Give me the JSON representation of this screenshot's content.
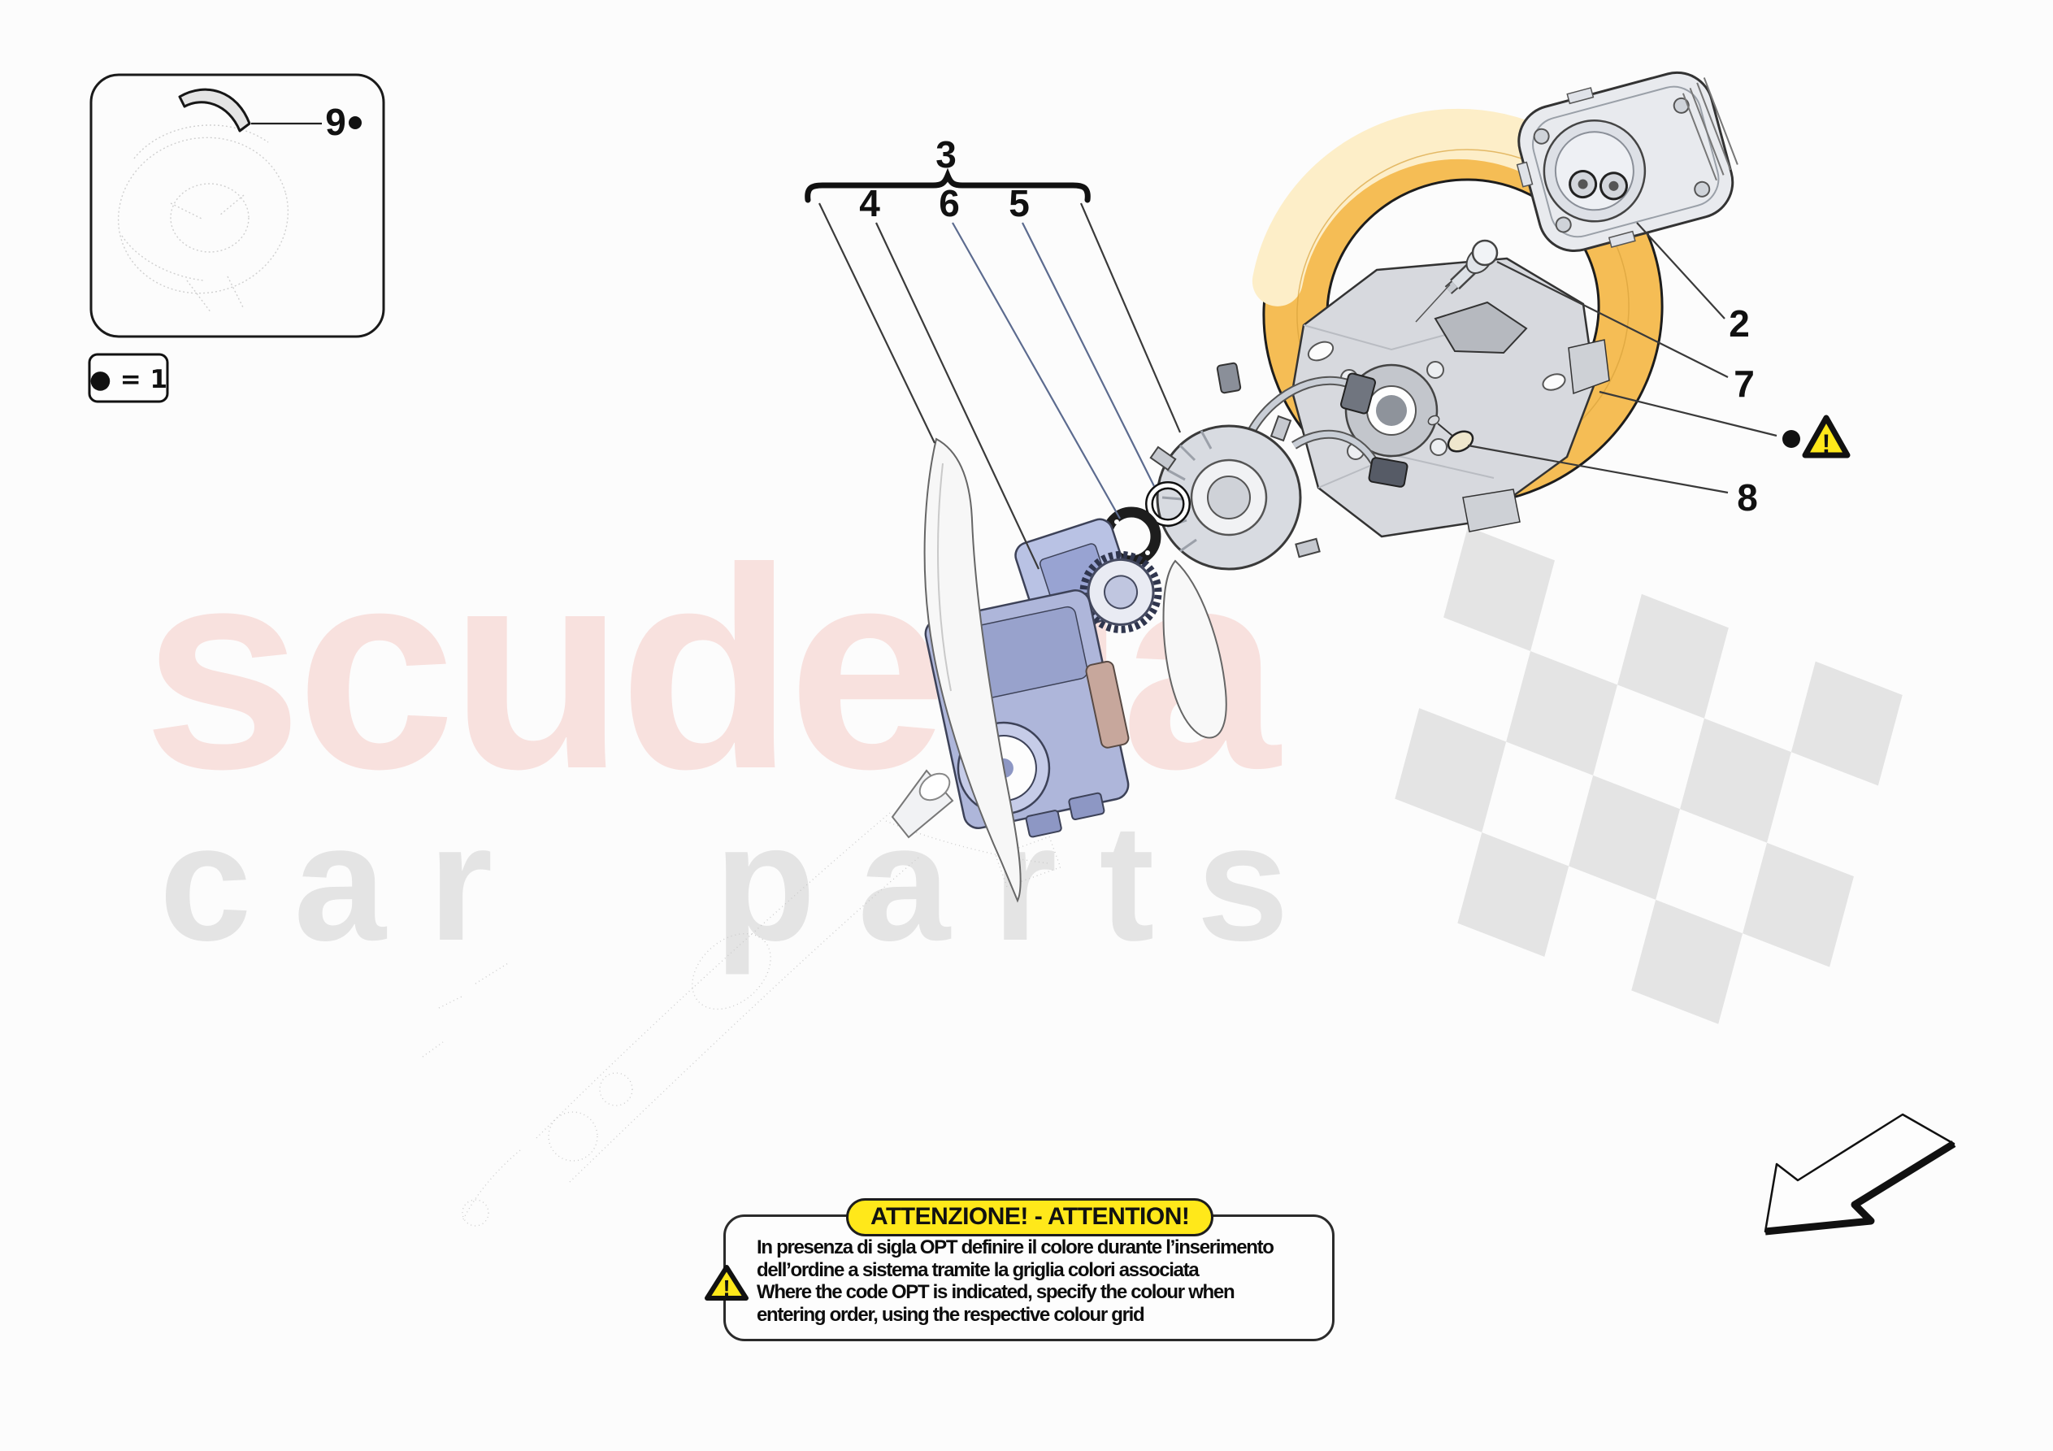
{
  "watermark": {
    "line1": "scuderia",
    "line2": "car parts"
  },
  "legend": {
    "text": "● = 1"
  },
  "callouts": {
    "c2": "2",
    "c3": "3",
    "c4": "4",
    "c5": "5",
    "c6": "6",
    "c7": "7",
    "c8": "8",
    "c9": "9"
  },
  "warning": {
    "exclamation": "!"
  },
  "attention": {
    "title": "ATTENZIONE! - ATTENTION!",
    "lines": [
      "In presenza di sigla OPT definire il colore durante l’inserimento",
      "dell’ordine a sistema tramite la griglia colori associata",
      "Where the code OPT is indicated, specify the colour when",
      "entering order, using the respective colour grid"
    ]
  },
  "colors": {
    "rim_yellow": "#f5bd55",
    "rim_cream": "#fdeec8",
    "rim_inner_hole": "#fcfcfc",
    "flag_gray": "#e4e4e4",
    "attention_yellow": "#ffe81a",
    "watermark_red": "#e74c3c"
  },
  "icons": {
    "warning_triangle": "warning-triangle-icon",
    "bullet_dot": "bullet-dot-icon",
    "big_arrow": "direction-arrow-icon"
  }
}
